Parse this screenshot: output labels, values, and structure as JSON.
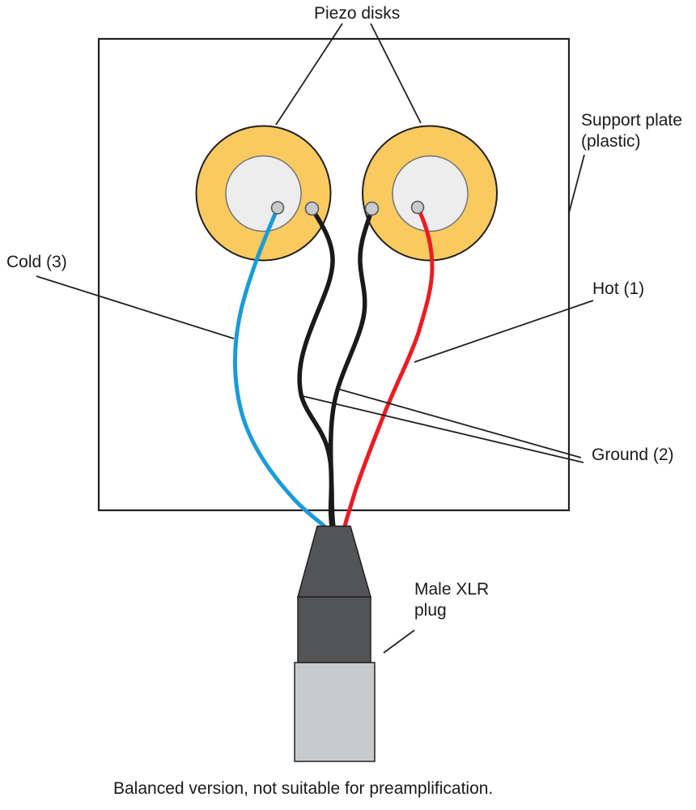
{
  "labels": {
    "piezo_disks": "Piezo disks",
    "support_plate_line1": "Support plate",
    "support_plate_line2": "(plastic)",
    "cold": "Cold (3)",
    "hot": "Hot (1)",
    "ground": "Ground (2)",
    "xlr_line1": "Male XLR",
    "xlr_line2": "plug",
    "caption": "Balanced version, not suitable for preamplification."
  },
  "colors": {
    "cold_wire": "#1b9bd7",
    "hot_wire": "#ec1c24",
    "ground_wire": "#1a1a1a",
    "disk_ring": "#f8ca60",
    "disk_inner": "#ededee",
    "disk_inner_outline": "#6d6e71",
    "pad_fill": "#c9cacb",
    "pad_outline": "#58595b",
    "plug_body": "#535456",
    "plug_base": "#c9cacb",
    "plate_fill": "#ffffff",
    "outline": "#231f20",
    "text": "#1a1a1a"
  }
}
